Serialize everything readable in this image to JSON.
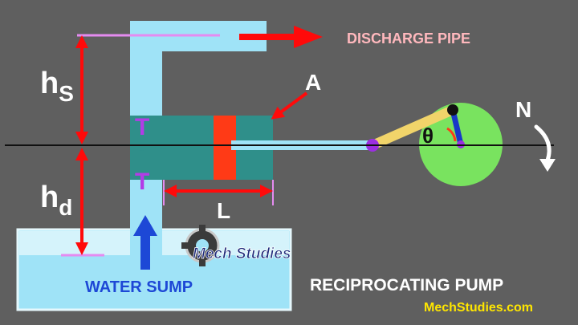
{
  "labels": {
    "discharge": "DISCHARGE PIPE",
    "hs_main": "h",
    "hs_sub": "S",
    "hd_main": "h",
    "hd_sub": "d",
    "valve_upper": "T",
    "valve_lower": "T",
    "point_a": "A",
    "stroke_length": "L",
    "angle": "θ",
    "speed": "N",
    "water_sump": "WATER SUMP",
    "title": "RECIPROCATING PUMP",
    "website": "MechStudies.com",
    "logo_text": "Mech Studies"
  },
  "colors": {
    "background": "#5f5f5f",
    "water": "#9fe3f7",
    "cylinder": "#2f8f8a",
    "piston": "#ff3a16",
    "arrow_red": "#ff0a0a",
    "arrow_blue": "#1d48d6",
    "crank_disc": "#79e35f",
    "connecting_rod": "#f1d46a",
    "crank_arm": "#1838c8",
    "pivot_purple": "#9b2fe0",
    "valve_purple": "#b23ce6",
    "discharge_text": "#ffb8bd",
    "title_text": "#ffffff",
    "website_text": "#ffe600",
    "datum_pink": "#e58bf0"
  },
  "icons": {
    "logo": "gear-logo-icon",
    "flow_arrow": "up-arrow-icon",
    "rotation": "curved-arrow-icon"
  }
}
